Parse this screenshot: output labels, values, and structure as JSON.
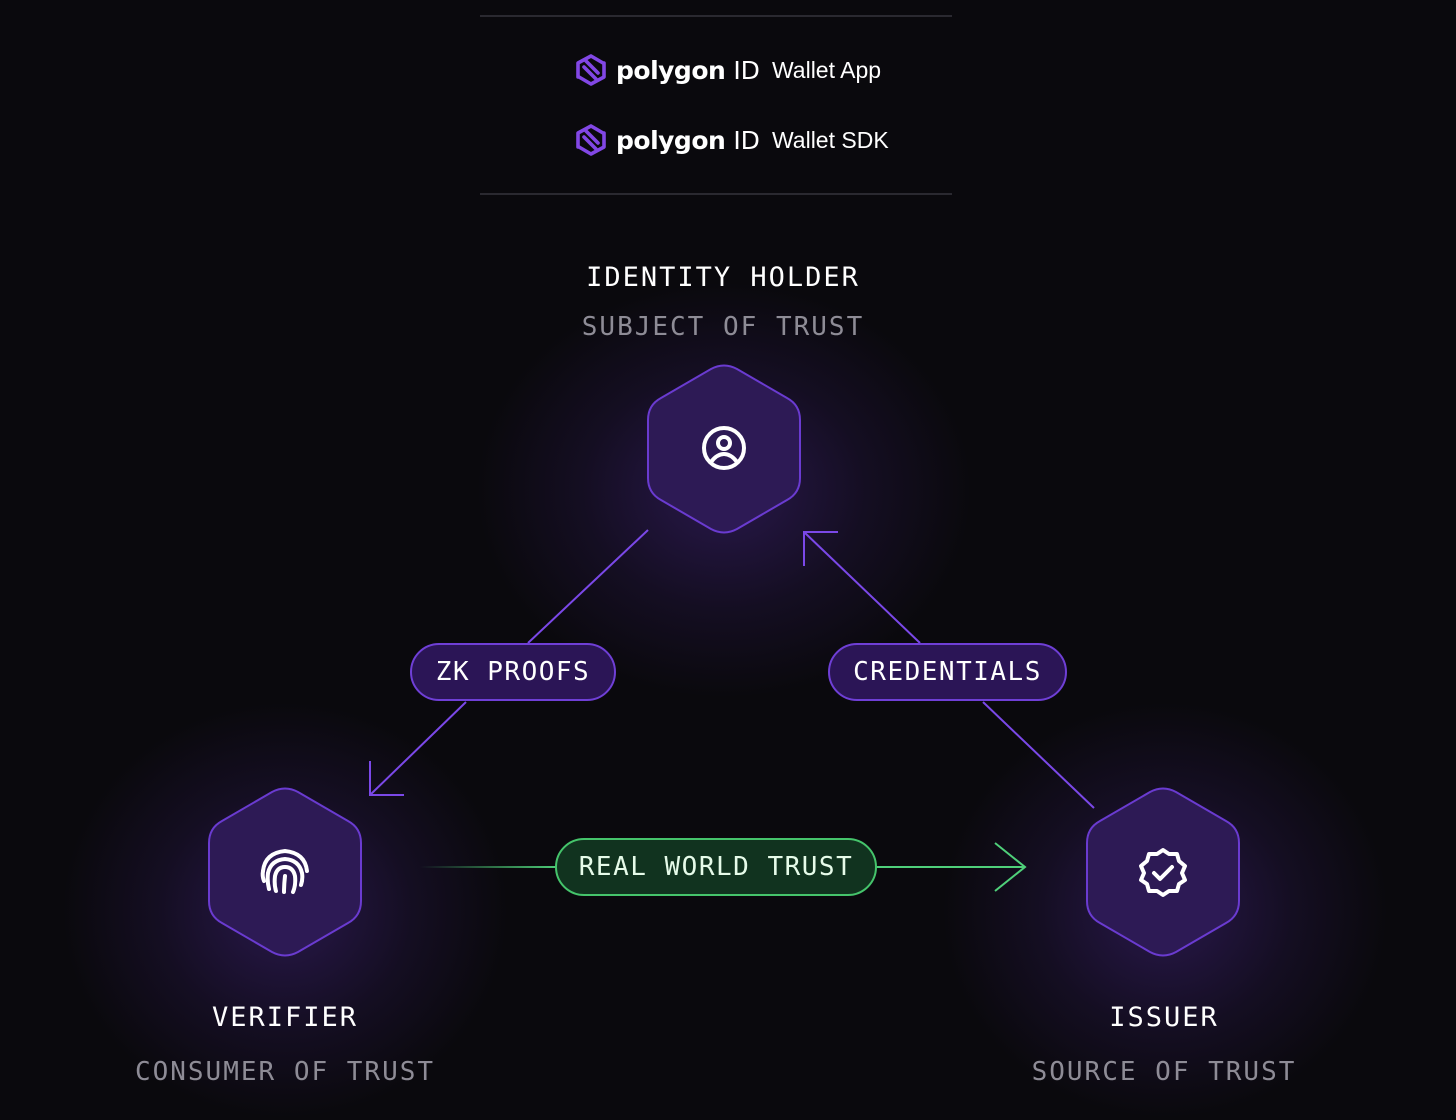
{
  "brand": {
    "rows": [
      {
        "name": "polygon",
        "id": "ID",
        "product": "Wallet App"
      },
      {
        "name": "polygon",
        "id": "ID",
        "product": "Wallet SDK"
      }
    ],
    "logo_icon": "polygon-logo-icon",
    "accent": "#8247e5"
  },
  "nodes": {
    "holder": {
      "title": "IDENTITY HOLDER",
      "subtitle": "SUBJECT OF TRUST",
      "icon": "user-circle-icon"
    },
    "verifier": {
      "title": "VERIFIER",
      "subtitle": "CONSUMER OF TRUST",
      "icon": "fingerprint-icon"
    },
    "issuer": {
      "title": "ISSUER",
      "subtitle": "SOURCE OF TRUST",
      "icon": "verified-badge-icon"
    }
  },
  "edges": {
    "zk_proofs": {
      "label": "ZK PROOFS",
      "from": "holder",
      "to": "verifier"
    },
    "credentials": {
      "label": "CREDENTIALS",
      "from": "issuer",
      "to": "holder"
    },
    "real_world": {
      "label": "REAL WORLD TRUST",
      "from": "verifier",
      "to": "issuer"
    }
  },
  "colors": {
    "background": "#0a090d",
    "hex_fill": "#2d1a55",
    "hex_stroke": "#6a3bd0",
    "purple_line": "#7b48e8",
    "green_line": "#4fd07a",
    "subtitle_gray": "#8e8c96"
  }
}
